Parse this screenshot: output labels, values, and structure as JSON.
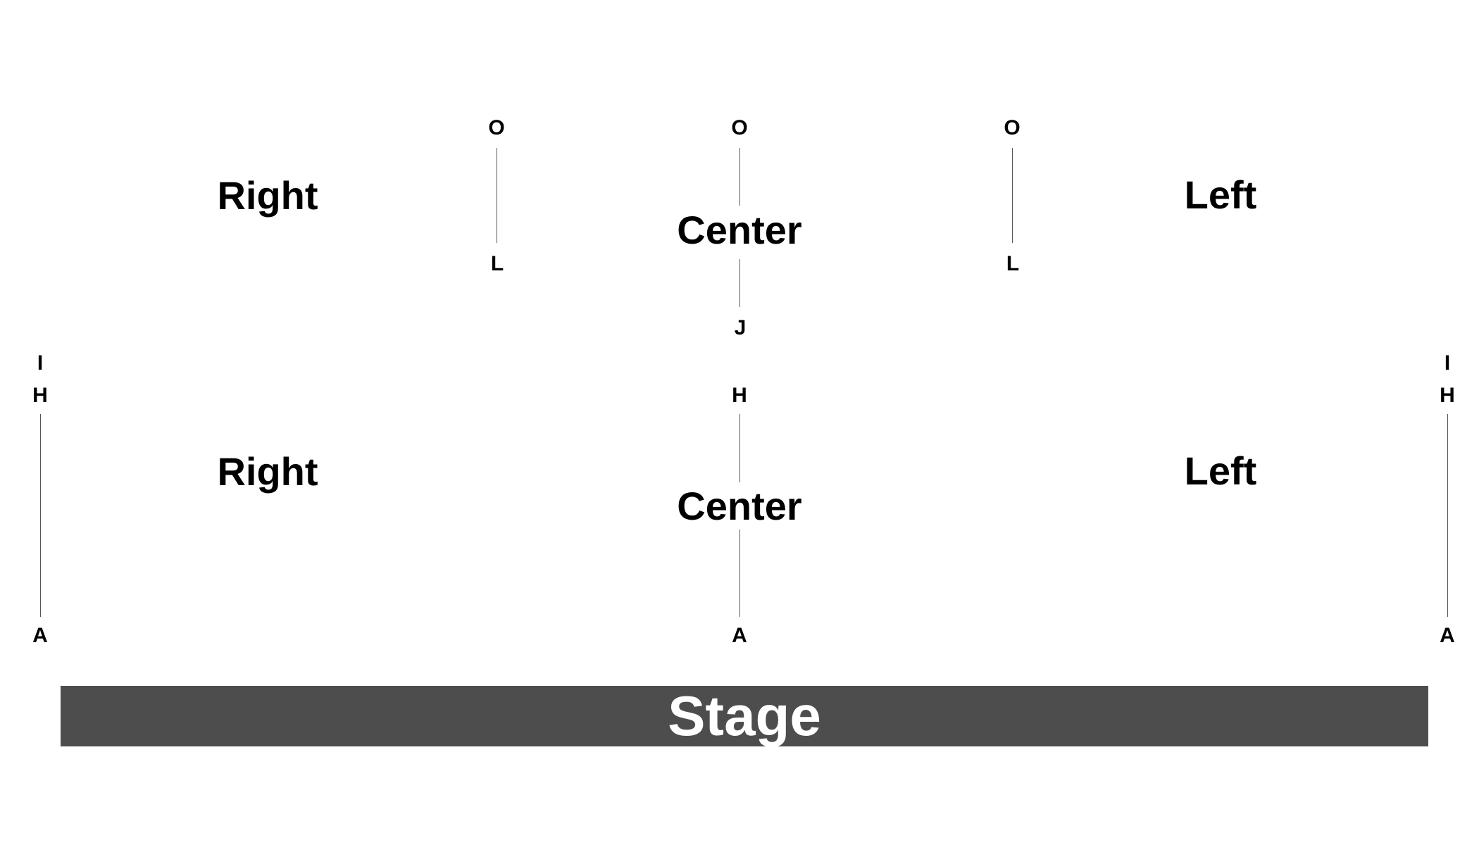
{
  "colors": {
    "background": "#ffffff",
    "text": "#000000",
    "stage_fill": "#4d4d4d",
    "stage_text": "#ffffff",
    "aisle_line": "#555555"
  },
  "upper_level": {
    "right_label": "Right",
    "center_label": "Center",
    "left_label": "Left",
    "aisle_right": {
      "top": "O",
      "bottom": "L"
    },
    "aisle_center": {
      "top": "O",
      "bottom": "J"
    },
    "aisle_left": {
      "top": "O",
      "bottom": "L"
    }
  },
  "lower_level": {
    "right_label": "Right",
    "center_label": "Center",
    "left_label": "Left",
    "aisle_outer_right": {
      "top_upper": "I",
      "top": "H",
      "bottom": "A"
    },
    "aisle_center": {
      "top": "H",
      "bottom": "A"
    },
    "aisle_outer_left": {
      "top_upper": "I",
      "top": "H",
      "bottom": "A"
    }
  },
  "stage": {
    "label": "Stage"
  }
}
